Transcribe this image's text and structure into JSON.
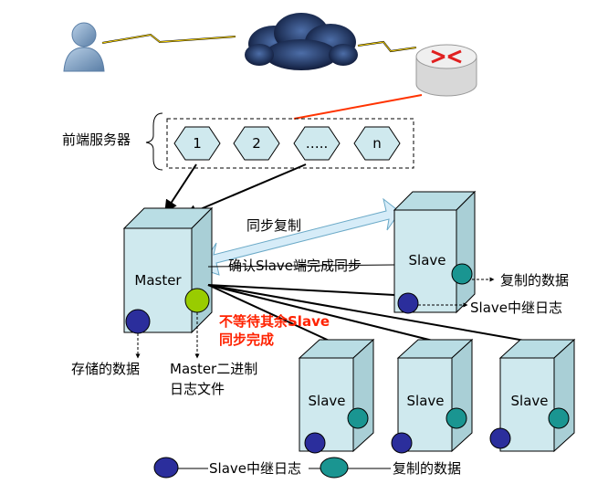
{
  "labels": {
    "frontend_servers": "前端服务器",
    "sync_replication": "同步复制",
    "confirm_slave_sync": "确认Slave端完成同步",
    "no_wait_line1": "不等待其余Slave",
    "no_wait_line2": "同步完成",
    "stored_data": "存储的数据",
    "master_binlog_line1": "Master二进制",
    "master_binlog_line2": "日志文件",
    "replicated_data": "复制的数据",
    "slave_relay_log": "Slave中继日志"
  },
  "frontend_nodes": [
    "1",
    "2",
    "…..",
    "n"
  ],
  "servers": {
    "master": "Master",
    "slave_sync": "Slave",
    "slaves_async": [
      "Slave",
      "Slave",
      "Slave"
    ]
  },
  "legend": {
    "relay_log": "Slave中继日志",
    "replicated_data": "复制的数据"
  },
  "colors": {
    "server_face": "#cfe9ee",
    "server_side": "#a9cfd6",
    "relay_log_dot": "#2b2e9c",
    "replicated_data_dot": "#1a9591",
    "binlog_dot": "#99cc00",
    "emphasis_text": "#ff2200",
    "router_link": "#ff3300"
  }
}
